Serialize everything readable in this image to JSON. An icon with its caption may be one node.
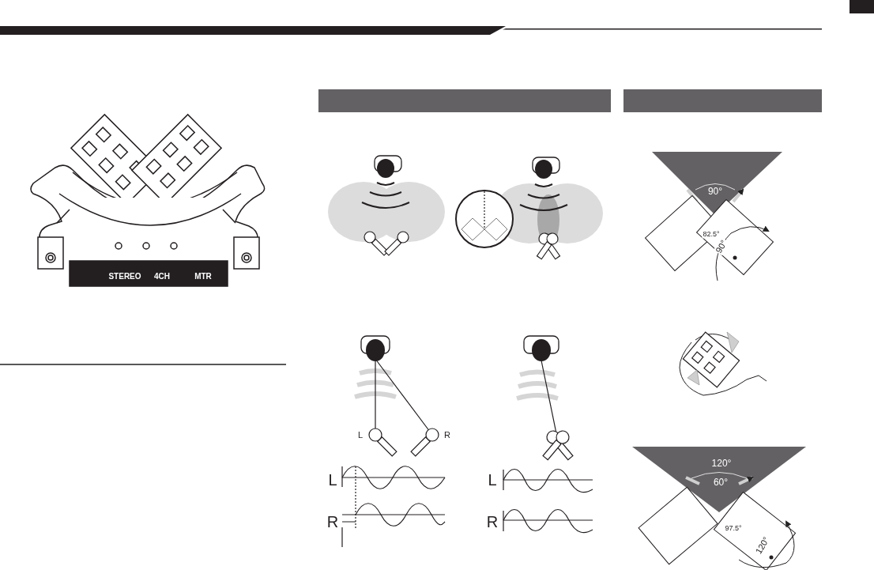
{
  "diagram": {
    "labels": [
      "STEREO",
      "4CH",
      "MTR",
      "L",
      "R",
      "L",
      "R",
      "L",
      "R",
      "90°",
      "82.5°",
      "90°",
      "120°",
      "60°",
      "97.5°",
      "120°"
    ]
  }
}
